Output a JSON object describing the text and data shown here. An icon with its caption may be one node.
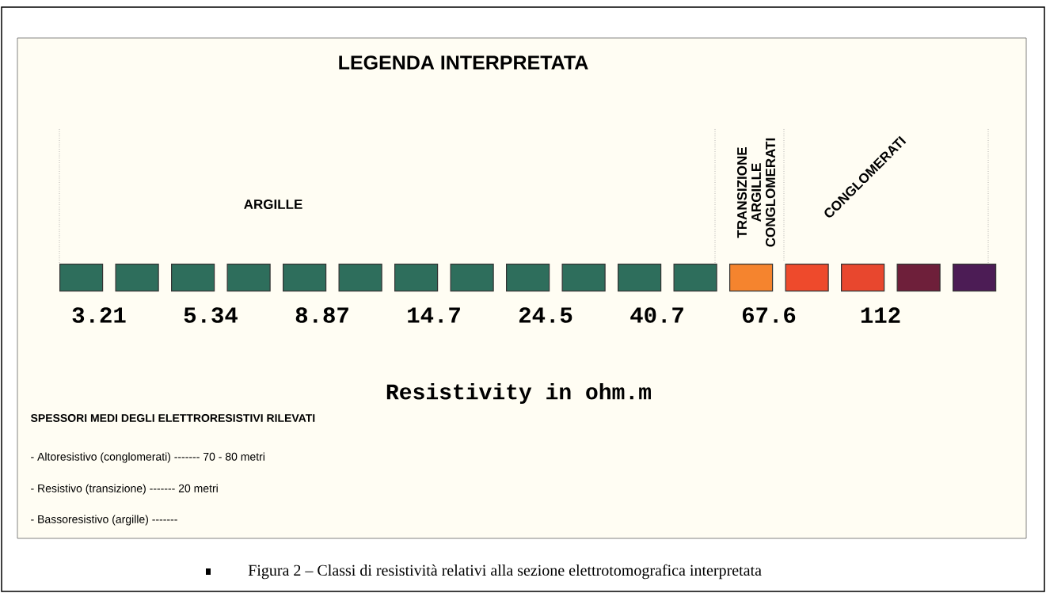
{
  "diagram": {
    "title": "LEGENDA INTERPRETATA",
    "caption": "Figura 2 – Classi di resistività relativi alla sezione elettrotomografica interpretata",
    "nodes": [
      {
        "text": [],
        "shape": "box"
      },
      {
        "text": [],
        "shape": "box"
      },
      {
        "text": [],
        "shape": "box"
      },
      {
        "text": [],
        "shape": "box"
      },
      {
        "text": [],
        "shape": "box"
      },
      {
        "text": [],
        "shape": "box"
      },
      {
        "text": [],
        "shape": "box"
      },
      {
        "text": [],
        "shape": "box"
      },
      {
        "text": [],
        "shape": "box"
      },
      {
        "text": [],
        "shape": "box"
      },
      {
        "text": [],
        "shape": "box"
      },
      {
        "text": [],
        "shape": "box"
      },
      {
        "text": [],
        "shape": "box"
      },
      {
        "text": [],
        "shape": "box"
      },
      {
        "text": [],
        "shape": "box"
      },
      {
        "text": [],
        "shape": "box"
      },
      {
        "text": [],
        "shape": "box"
      }
    ],
    "labels": [
      "ARGILLE",
      "TRANSIZIONE ARGILLE CONGLOMERATI",
      "CONGLOMERATI",
      "3.21",
      "5.34",
      "8.87",
      "14.7",
      "24.5",
      "40.7",
      "67.6",
      "112",
      "Resistivity in ohm.m",
      "SPESSORI MEDI DEGLI ELETTRORESISTIVI RILEVATI",
      "- Altoresistivo (conglomerati) ------- 70 - 80 metri",
      "- Resistivo (transizione) ------- 20 metri",
      "- Bassoresistivo (argille) -------"
    ]
  }
}
